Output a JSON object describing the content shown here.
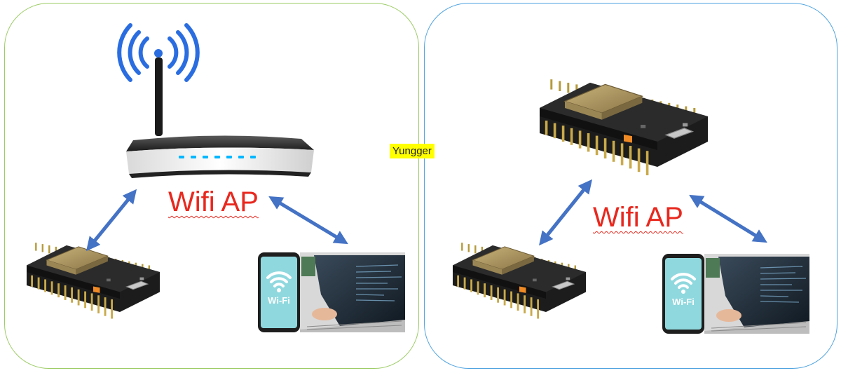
{
  "left_panel": {
    "label": "Wifi AP",
    "phone_label": "Wi-Fi"
  },
  "right_panel": {
    "label": "Wifi AP",
    "phone_label": "Wi-Fi"
  },
  "author_tag": "Yungger",
  "colors": {
    "left_border": "#9ccc65",
    "right_border": "#4fa3e0",
    "arrow": "#4472c4",
    "label_red": "#e8281e",
    "wifi_blue": "#2a6de0",
    "phone_screen": "#8fd8de",
    "board_black": "#1c1c1c",
    "highlight_yellow": "#ffff00"
  },
  "icons": [
    "router-icon",
    "wifi-signal-icon",
    "esp32-board-icon",
    "phone-wifi-icon",
    "laptop-icon",
    "double-arrow-icon"
  ]
}
